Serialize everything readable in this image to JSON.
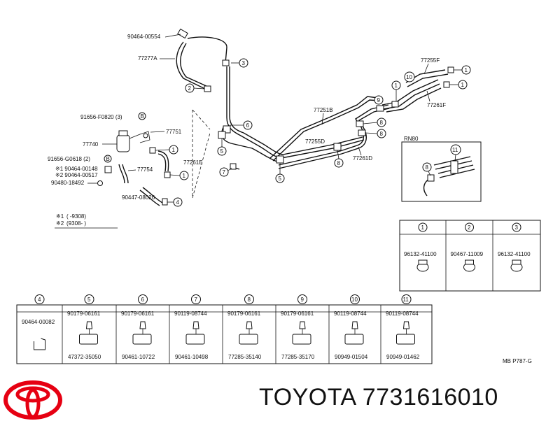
{
  "brand": {
    "name": "TOYOTA",
    "part_number": "7731616010"
  },
  "diagram": {
    "code": "MB P787-G",
    "variant": "RN80",
    "legend": [
      {
        "mark": "※1",
        "text": "(      -9308)"
      },
      {
        "mark": "※2",
        "text": "(9308-      )"
      }
    ],
    "labels": {
      "p90464_00554": "90464-00554",
      "p77277A": "77277A",
      "p91656_F0820": "91656-F0820 (3)",
      "p77751": "77751",
      "p77740": "77740",
      "p91656_G0618": "91656-G0618 (2)",
      "p77261E": "77261E",
      "p90464_00148": "※1 90464-00148",
      "p90464_00517": "※2 90464-00517",
      "p77754": "77754",
      "p90480_18492": "90480-18492",
      "p90447_08026": "90447-08026",
      "p77251B": "77251B",
      "p77255D": "77255D",
      "p77261D": "77261D",
      "p77255F": "77255F",
      "p77261F": "77261F",
      "b_B": "B"
    },
    "callouts": [
      "1",
      "2",
      "3",
      "4",
      "5",
      "6",
      "7",
      "8",
      "9",
      "10",
      "11"
    ]
  },
  "parts_table_top": [
    {
      "num": "1",
      "top": "96132-41100",
      "bottom": ""
    },
    {
      "num": "2",
      "top": "90467-11009",
      "bottom": ""
    },
    {
      "num": "3",
      "top": "96132-41100",
      "bottom": ""
    }
  ],
  "parts_table_bottom": [
    {
      "num": "4",
      "top": "90464-00082",
      "bottom": ""
    },
    {
      "num": "5",
      "top": "90179-06161",
      "bottom": "47372-35050"
    },
    {
      "num": "6",
      "top": "90179-06161",
      "bottom": "90461-10722"
    },
    {
      "num": "7",
      "top": "90119-08744",
      "bottom": "90461-10498"
    },
    {
      "num": "8",
      "top": "90179-06161",
      "bottom": "77285-35140"
    },
    {
      "num": "9",
      "top": "90179-06161",
      "bottom": "77285-35170"
    },
    {
      "num": "10",
      "top": "90119-08744",
      "bottom": "90949-01504"
    },
    {
      "num": "11",
      "top": "90119-08744",
      "bottom": "90949-01462"
    }
  ],
  "colors": {
    "logo": "#e60012",
    "line": "#111111",
    "background": "#ffffff"
  },
  "icons": [
    "toyota-logo-icon"
  ]
}
